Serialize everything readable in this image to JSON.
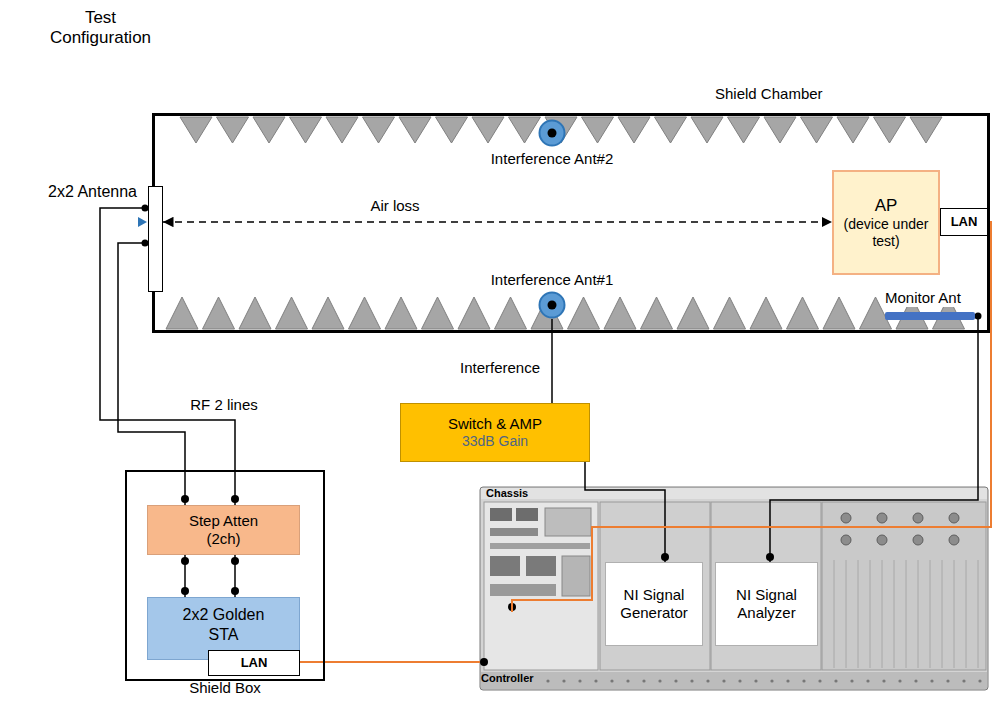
{
  "diagram": {
    "title": "Test Configuration",
    "nodes": [
      {
        "text": [
          "Shield Chamber"
        ]
      },
      {
        "text": [
          "2x2 Antenna"
        ],
        "in": 0
      },
      {
        "text": [
          "Interference Ant#2"
        ],
        "in": 0
      },
      {
        "text": [
          "Interference Ant#1"
        ],
        "in": 0
      },
      {
        "text": [
          "AP",
          "(device under test)"
        ],
        "in": 0
      },
      {
        "text": [
          "LAN"
        ],
        "in": 4
      },
      {
        "text": [
          "Monitor Ant"
        ],
        "in": 0
      },
      {
        "text": [
          "Switch & AMP",
          "33dB Gain"
        ]
      },
      {
        "text": [
          "Shield Box"
        ]
      },
      {
        "text": [
          "Step Atten (2ch)"
        ],
        "in": 8
      },
      {
        "text": [
          "2x2 Golden STA"
        ],
        "in": 8
      },
      {
        "text": [
          "LAN"
        ],
        "in": 10
      },
      {
        "text": [
          "Chassis"
        ]
      },
      {
        "text": [
          "NI Signal Generator"
        ],
        "in": 12
      },
      {
        "text": [
          "NI Signal Analyzer"
        ],
        "in": 12
      },
      {
        "text": [
          "Controller"
        ],
        "in": 12
      }
    ],
    "edges": [
      {
        "from": 1,
        "to": 4,
        "arrow": "both",
        "label": "Air loss"
      },
      {
        "from": 1,
        "to": 9,
        "arrow": "none",
        "label": "RF 2 lines"
      },
      {
        "from": 1,
        "to": 9,
        "arrow": "none"
      },
      {
        "from": 9,
        "to": 10,
        "arrow": "none"
      },
      {
        "from": 9,
        "to": 10,
        "arrow": "none"
      },
      {
        "from": 3,
        "to": 7,
        "arrow": "none",
        "label": "Interference"
      },
      {
        "from": 7,
        "to": 13,
        "arrow": "none"
      },
      {
        "from": 6,
        "to": 14,
        "arrow": "none"
      },
      {
        "from": 11,
        "to": 15,
        "arrow": "none"
      },
      {
        "from": 5,
        "to": 15,
        "arrow": "none"
      }
    ]
  }
}
